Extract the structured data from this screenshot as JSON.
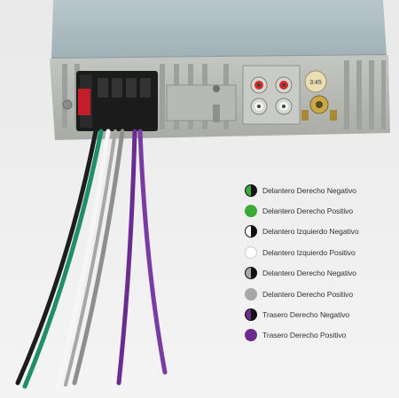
{
  "photo": {
    "sticker_text": "3:45"
  },
  "legend": {
    "items": [
      {
        "label": "Delantero Derecho Negativo",
        "color": "#3aaa35",
        "half_black": true
      },
      {
        "label": "Delantero Derecho Positivo",
        "color": "#3aaa35",
        "half_black": false
      },
      {
        "label": "Delantero Izquierdo Negativo",
        "color": "#ffffff",
        "half_black": true
      },
      {
        "label": "Delantero Izquierdo Positivo",
        "color": "#ffffff",
        "half_black": false
      },
      {
        "label": "Delantero Derecho Negativo",
        "color": "#a7a7a7",
        "half_black": true
      },
      {
        "label": "Delantero Derecho Positivo",
        "color": "#a7a7a7",
        "half_black": false
      },
      {
        "label": "Trasero Derecho Negativo",
        "color": "#6b2c91",
        "half_black": true
      },
      {
        "label": "Trasero Derecho Positivo",
        "color": "#6b2c91",
        "half_black": false
      }
    ]
  }
}
